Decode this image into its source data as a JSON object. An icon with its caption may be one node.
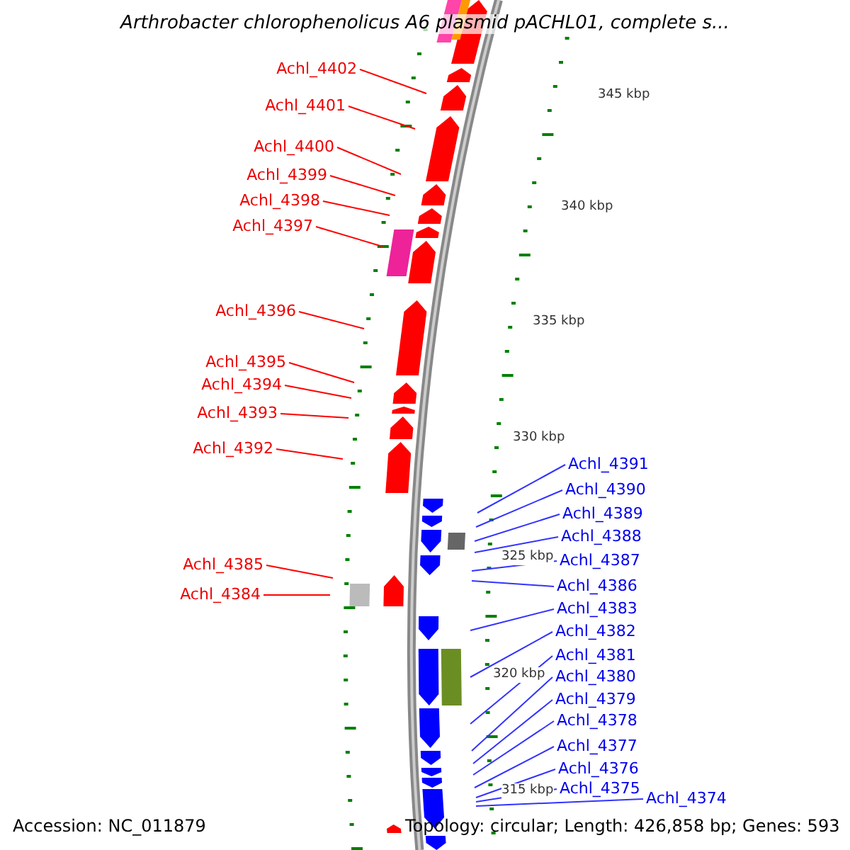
{
  "diagram": {
    "title": "Arthrobacter chlorophenolicus A6 plasmid pACHL01, complete s...",
    "nodes": [
      {
        "text": [
          "Achl_4402"
        ]
      },
      {
        "text": [
          "Achl_4401"
        ]
      },
      {
        "text": [
          "Achl_4400"
        ]
      },
      {
        "text": [
          "Achl_4399"
        ]
      },
      {
        "text": [
          "Achl_4398"
        ]
      },
      {
        "text": [
          "Achl_4397"
        ]
      },
      {
        "text": [
          "Achl_4396"
        ]
      },
      {
        "text": [
          "Achl_4395"
        ]
      },
      {
        "text": [
          "Achl_4394"
        ]
      },
      {
        "text": [
          "Achl_4393"
        ]
      },
      {
        "text": [
          "Achl_4392"
        ]
      },
      {
        "text": [
          "Achl_4385"
        ]
      },
      {
        "text": [
          "Achl_4384"
        ]
      },
      {
        "text": [
          "Achl_4391"
        ]
      },
      {
        "text": [
          "Achl_4390"
        ]
      },
      {
        "text": [
          "Achl_4389"
        ]
      },
      {
        "text": [
          "Achl_4388"
        ]
      },
      {
        "text": [
          "Achl_4387"
        ]
      },
      {
        "text": [
          "Achl_4386"
        ]
      },
      {
        "text": [
          "Achl_4383"
        ]
      },
      {
        "text": [
          "Achl_4382"
        ]
      },
      {
        "text": [
          "Achl_4381"
        ]
      },
      {
        "text": [
          "Achl_4380"
        ]
      },
      {
        "text": [
          "Achl_4379"
        ]
      },
      {
        "text": [
          "Achl_4378"
        ]
      },
      {
        "text": [
          "Achl_4377"
        ]
      },
      {
        "text": [
          "Achl_4376"
        ]
      },
      {
        "text": [
          "Achl_4375"
        ]
      },
      {
        "text": [
          "Achl_4374"
        ]
      }
    ],
    "edges": [
      {
        "from": 0,
        "to": null,
        "arrow": "none",
        "color": "#ff0000"
      },
      {
        "from": 1,
        "to": null,
        "arrow": "none",
        "color": "#ff0000"
      },
      {
        "from": 2,
        "to": null,
        "arrow": "none",
        "color": "#ff0000"
      },
      {
        "from": 3,
        "to": null,
        "arrow": "none",
        "color": "#ff0000"
      },
      {
        "from": 4,
        "to": null,
        "arrow": "none",
        "color": "#ff0000"
      },
      {
        "from": 5,
        "to": null,
        "arrow": "none",
        "color": "#ff0000"
      },
      {
        "from": 6,
        "to": null,
        "arrow": "none",
        "color": "#ff0000"
      },
      {
        "from": 7,
        "to": null,
        "arrow": "none",
        "color": "#ff0000"
      },
      {
        "from": 8,
        "to": null,
        "arrow": "none",
        "color": "#ff0000"
      },
      {
        "from": 9,
        "to": null,
        "arrow": "none",
        "color": "#ff0000"
      },
      {
        "from": 10,
        "to": null,
        "arrow": "none",
        "color": "#ff0000"
      },
      {
        "from": 11,
        "to": null,
        "arrow": "none",
        "color": "#ff0000"
      },
      {
        "from": 12,
        "to": null,
        "arrow": "none",
        "color": "#ff0000"
      },
      {
        "from": 13,
        "to": null,
        "arrow": "none"
      },
      {
        "from": 14,
        "to": null,
        "arrow": "none"
      },
      {
        "from": 15,
        "to": null,
        "arrow": "none"
      },
      {
        "from": 16,
        "to": null,
        "arrow": "none"
      },
      {
        "from": 17,
        "to": null,
        "arrow": "none"
      },
      {
        "from": 18,
        "to": null,
        "arrow": "none"
      },
      {
        "from": 19,
        "to": null,
        "arrow": "none"
      },
      {
        "from": 20,
        "to": null,
        "arrow": "none"
      },
      {
        "from": 21,
        "to": null,
        "arrow": "none"
      },
      {
        "from": 22,
        "to": null,
        "arrow": "none"
      },
      {
        "from": 23,
        "to": null,
        "arrow": "none"
      },
      {
        "from": 24,
        "to": null,
        "arrow": "none"
      },
      {
        "from": 25,
        "to": null,
        "arrow": "none"
      },
      {
        "from": 26,
        "to": null,
        "arrow": "none"
      },
      {
        "from": 27,
        "to": null,
        "arrow": "none"
      },
      {
        "from": 28,
        "to": null,
        "arrow": "none"
      }
    ],
    "labels": [
      "345 kbp",
      "340 kbp",
      "335 kbp",
      "330 kbp",
      "325 kbp",
      "320 kbp",
      "315 kbp",
      "Accession: NC_011879",
      "Topology: circular; Length: 426,858 bp; Genes: 593"
    ]
  }
}
